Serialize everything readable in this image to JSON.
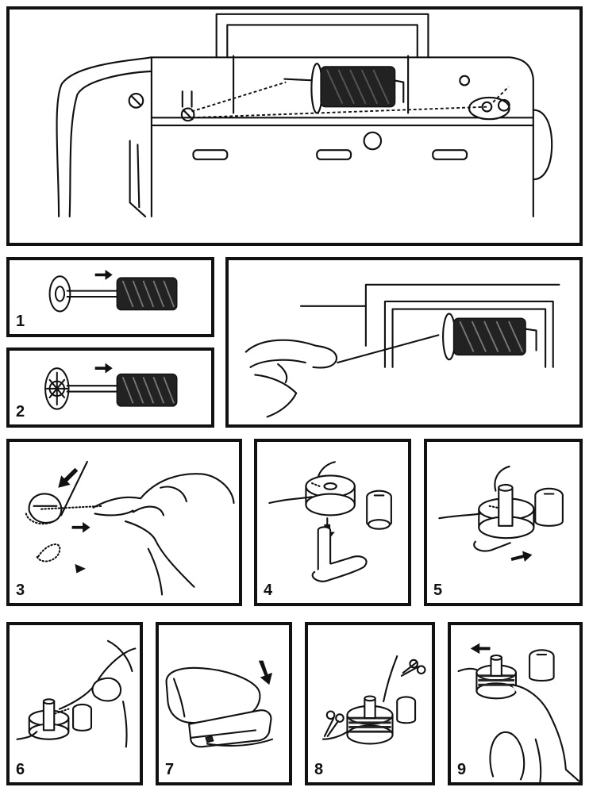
{
  "steps": [
    {
      "number": "1"
    },
    {
      "number": "2"
    },
    {
      "number": "3"
    },
    {
      "number": "4"
    },
    {
      "number": "5"
    },
    {
      "number": "6"
    },
    {
      "number": "7"
    },
    {
      "number": "8"
    },
    {
      "number": "9"
    }
  ],
  "icons": {
    "arrow": "arrow-icon",
    "scissors": "scissors-icon"
  },
  "colors": {
    "line": "#111111",
    "thread": "#222222",
    "background": "#ffffff"
  }
}
